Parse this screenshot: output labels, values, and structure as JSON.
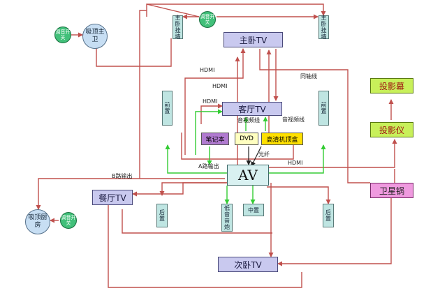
{
  "nodes": {
    "master_tv": "主卧TV",
    "living_tv": "客厅TV",
    "dining_tv": "餐厅TV",
    "second_tv": "次卧TV",
    "av": "AV",
    "laptop": "笔记本",
    "dvd": "DVD",
    "settop": "高清机顶盒",
    "screen": "投影幕",
    "projector": "投影仪",
    "satellite": "卫星锅",
    "ceiling_bath": "吸顶主卫",
    "ceiling_kitchen": "吸顶厨房",
    "volume_top": "调音开关",
    "volume_left": "调音开关",
    "volume_bottom": "调音开关",
    "master_left_spk": "主卧挂墙",
    "master_right_spk": "主卧挂墙",
    "front_left": "前置",
    "front_right": "前置",
    "rear_left": "后置",
    "subwoofer": "低音音炮",
    "center": "中置",
    "rear_right": "后置"
  },
  "labels": {
    "hdmi_1": "HDMI",
    "hdmi_2": "HDMI",
    "hdmi_3": "HDMI",
    "hdmi_4": "HDMI",
    "coax": "同轴线",
    "av_audio_video_1": "音视频线",
    "av_audio_video_2": "音视频线",
    "optical": "光纤",
    "zone_a": "A路输出",
    "zone_b": "B路输出"
  },
  "colors": {
    "red_line": "#c0504d",
    "green_line": "#33cc33",
    "black_line": "#222222"
  }
}
